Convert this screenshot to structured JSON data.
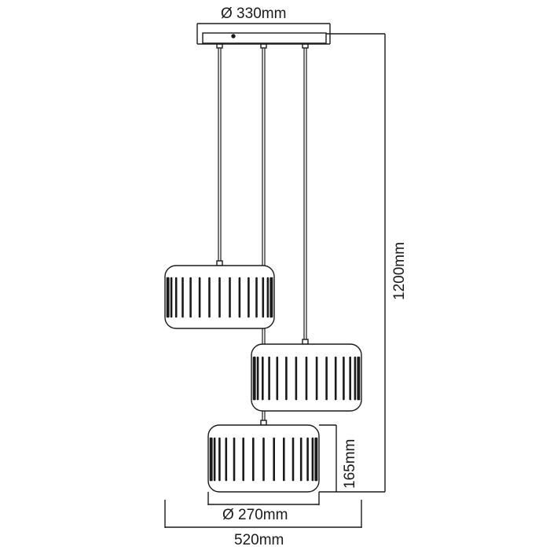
{
  "drawing": {
    "subject": "Three-light pendant lamp dimension drawing",
    "line_color": "#1a1a1a",
    "background": "#ffffff"
  },
  "dimensions": {
    "canopy_diameter": "Ø 330mm",
    "total_height": "1200mm",
    "shade_height": "165mm",
    "shade_diameter": "Ø 270mm",
    "total_width": "520mm"
  },
  "components": {
    "canopy": {
      "label": "ceiling-canopy"
    },
    "cables": [
      {
        "label": "cable-left"
      },
      {
        "label": "cable-middle"
      },
      {
        "label": "cable-right"
      }
    ],
    "shades": [
      {
        "label": "shade-upper-left",
        "slots": 17
      },
      {
        "label": "shade-middle-right",
        "slots": 17
      },
      {
        "label": "shade-bottom",
        "slots": 17
      }
    ]
  }
}
